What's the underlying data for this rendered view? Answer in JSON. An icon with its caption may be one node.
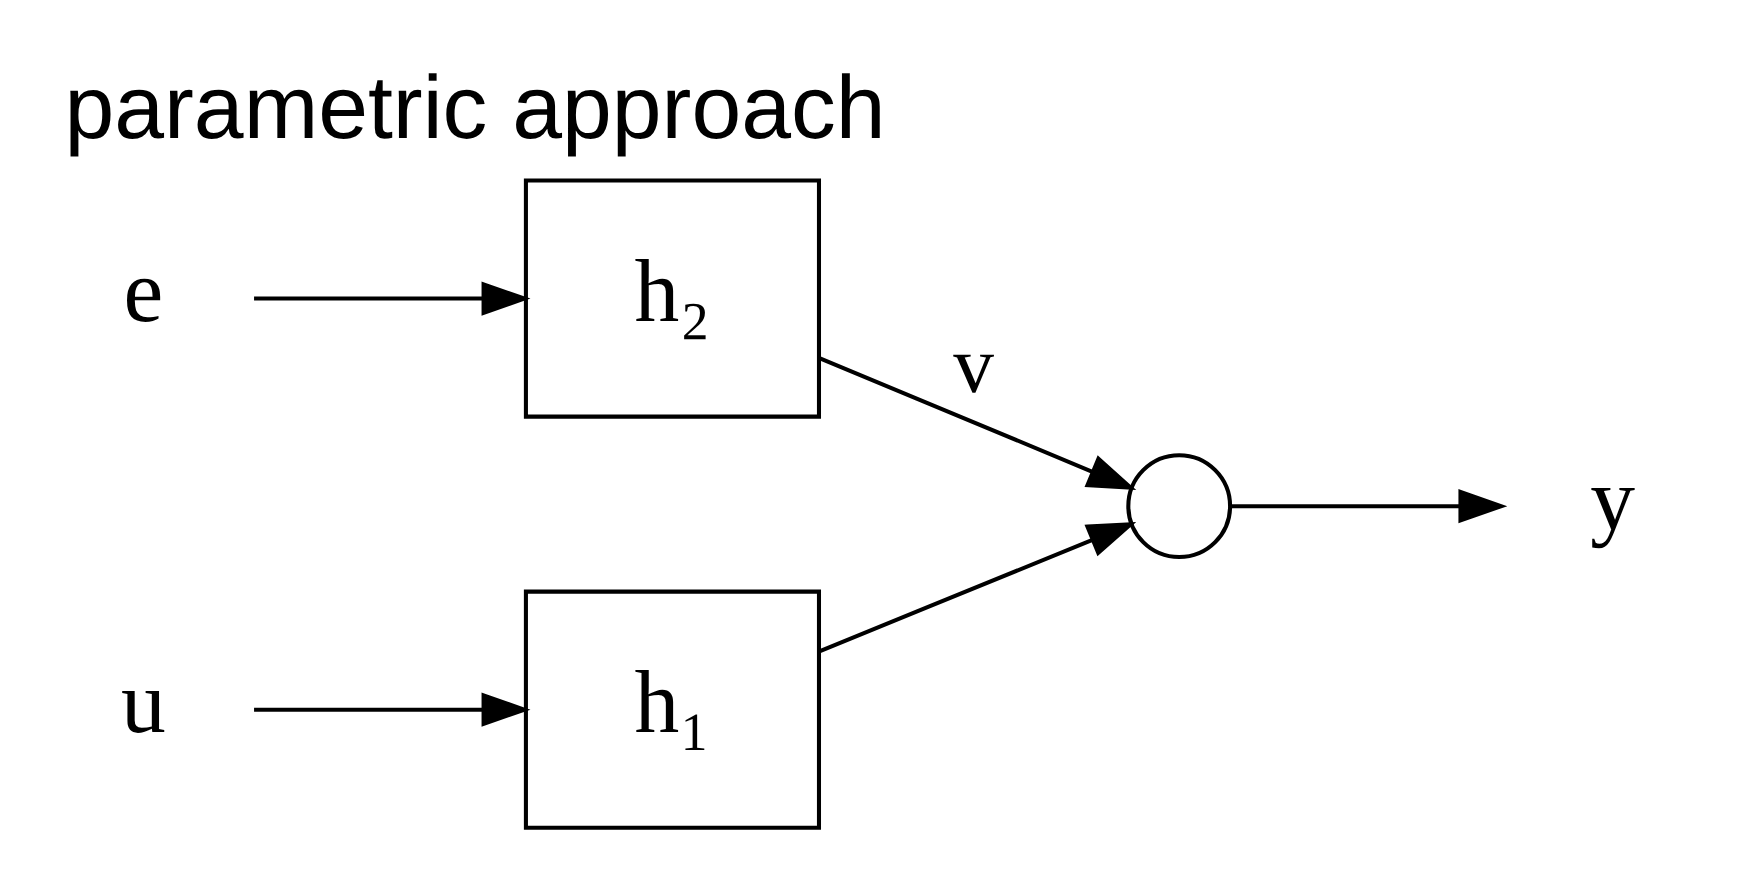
{
  "diagram": {
    "title": "parametric approach",
    "nodes": [
      {
        "text": [
          "e"
        ]
      },
      {
        "text": [
          "h₂"
        ]
      },
      {
        "text": [
          "u"
        ]
      },
      {
        "text": [
          "h₁"
        ]
      },
      {
        "text": [],
        "shape": "circle"
      },
      {
        "text": [
          "y"
        ]
      }
    ],
    "edges": [
      {
        "from": 0,
        "to": 1,
        "arrow": "to"
      },
      {
        "from": 1,
        "to": 4,
        "arrow": "to",
        "label": "v"
      },
      {
        "from": 2,
        "to": 3,
        "arrow": "to"
      },
      {
        "from": 3,
        "to": 4,
        "arrow": "to"
      },
      {
        "from": 4,
        "to": 5,
        "arrow": "to"
      }
    ]
  }
}
